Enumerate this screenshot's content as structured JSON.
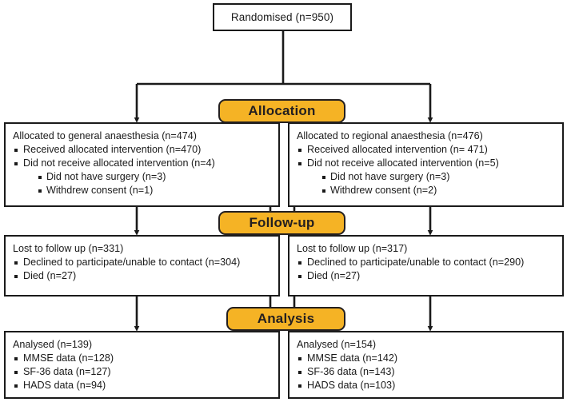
{
  "diagram": {
    "title": "CONSORT participant flow diagram",
    "accent_color": "#f5b325",
    "line_color": "#1a1a1a",
    "box_fill": "#ffffff"
  },
  "top": {
    "label": "Randomised (n=950)"
  },
  "stages": [
    {
      "name": "allocation",
      "label": "Allocation"
    },
    {
      "name": "followup",
      "label": "Follow-up"
    },
    {
      "name": "analysis",
      "label": "Analysis"
    }
  ],
  "allocation": {
    "left": {
      "lead": "Allocated to general anaesthesia (n=474)",
      "items": [
        {
          "text": "Received allocated intervention (n=470)",
          "children": []
        },
        {
          "text": "Did not receive allocated intervention (n=4)",
          "children": [
            "Did not have surgery (n=3)",
            "Withdrew consent (n=1)"
          ]
        }
      ]
    },
    "right": {
      "lead": "Allocated to regional anaesthesia (n=476)",
      "items": [
        {
          "text": "Received allocated intervention (n= 471)",
          "children": []
        },
        {
          "text": "Did not receive allocated intervention (n=5)",
          "children": [
            "Did not have surgery (n=3)",
            "Withdrew consent (n=2)"
          ]
        }
      ]
    }
  },
  "followup": {
    "left": {
      "lead": "Lost to follow up (n=331)",
      "items": [
        {
          "text": "Declined to participate/unable to contact (n=304)",
          "children": []
        },
        {
          "text": "Died (n=27)",
          "children": []
        }
      ]
    },
    "right": {
      "lead": "Lost to follow up (n=317)",
      "items": [
        {
          "text": "Declined to participate/unable to contact (n=290)",
          "children": []
        },
        {
          "text": "Died (n=27)",
          "children": []
        }
      ]
    }
  },
  "analysis": {
    "left": {
      "lead": "Analysed (n=139)",
      "items": [
        {
          "text": "MMSE data (n=128)",
          "children": []
        },
        {
          "text": "SF-36 data (n=127)",
          "children": []
        },
        {
          "text": "HADS data (n=94)",
          "children": []
        }
      ]
    },
    "right": {
      "lead": "Analysed (n=154)",
      "items": [
        {
          "text": "MMSE data (n=142)",
          "children": []
        },
        {
          "text": "SF-36 data (n=143)",
          "children": []
        },
        {
          "text": "HADS data (n=103)",
          "children": []
        }
      ]
    }
  }
}
